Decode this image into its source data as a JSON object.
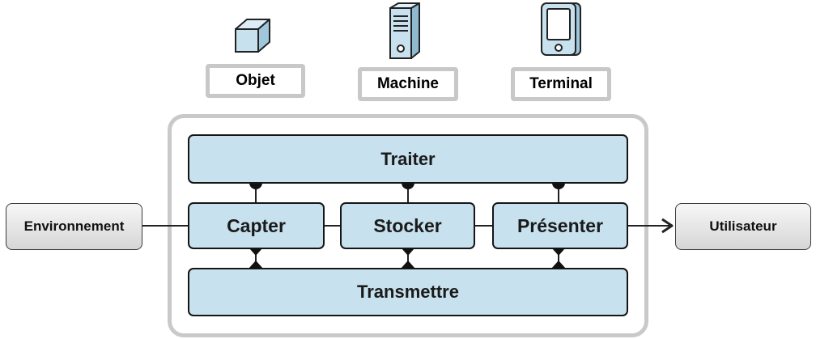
{
  "devices": [
    {
      "id": "objet",
      "label": "Objet",
      "icon": "cube-icon"
    },
    {
      "id": "machine",
      "label": "Machine",
      "icon": "server-tower-icon"
    },
    {
      "id": "terminal",
      "label": "Terminal",
      "icon": "tablet-icon"
    }
  ],
  "process": {
    "traiter": "Traiter",
    "capter": "Capter",
    "stocker": "Stocker",
    "presenter": "Présenter",
    "transmettre": "Transmettre"
  },
  "actors": {
    "environnement": "Environnement",
    "utilisateur": "Utilisateur"
  },
  "colors": {
    "process_fill": "#c7e1ee",
    "frame_border": "#c9c9c9",
    "device_border": "#c8c8c8",
    "icon_fill": "#c7e1ee"
  }
}
